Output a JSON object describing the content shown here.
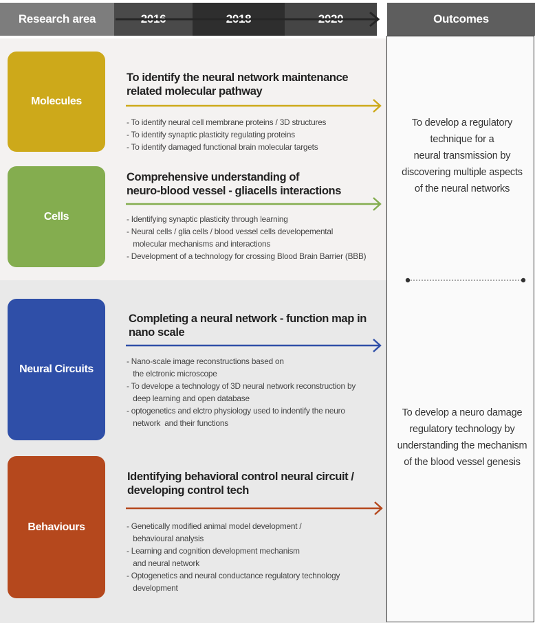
{
  "header": {
    "research_area": "Research area",
    "year1": "2016",
    "year2": "2018",
    "year3": "2020",
    "outcomes": "Outcomes"
  },
  "areas": [
    {
      "label": "Molecules",
      "color": "#cda91a",
      "title_lines": [
        "To identify the neural network maintenance",
        "related molecular pathway"
      ],
      "bullets": [
        "- To identify neural cell membrane proteins / 3D structures",
        "- To identify synaptic plasticity regulating proteins",
        "- To identify damaged functional brain molecular targets"
      ]
    },
    {
      "label": "Cells",
      "color": "#84ad4f",
      "title_lines": [
        "Comprehensive understanding of",
        "neuro-blood vessel - gliacells interactions"
      ],
      "bullets": [
        "- Identifying synaptic plasticity through learning",
        "- Neural cells / glia cells / blood vessel cells developemental",
        "   molecular mechanisms and interactions",
        "- Development of a technology for crossing Blood Brain Barrier (BBB)"
      ]
    },
    {
      "label": "Neural Circuits",
      "color": "#2f4fa8",
      "title_lines": [
        "Completing a neural network - function map in",
        "nano scale"
      ],
      "bullets": [
        "- Nano-scale image reconstructions based on",
        "   the elctronic microscope",
        "- To develope a technology of 3D neural network reconstruction by",
        "   deep learning and open database",
        "- optogenetics and elctro physiology used to indentify the neuro",
        "   network  and their functions"
      ]
    },
    {
      "label": "Behaviours",
      "color": "#b5481d",
      "title_lines": [
        "Identifying behavioral control neural circuit /",
        "developing control tech"
      ],
      "bullets": [
        "- Genetically modified animal model development /",
        "   behavioural analysis",
        "- Learning and cognition development mechanism",
        "   and neural network",
        "- Optogenetics and neural conductance regulatory technology",
        "   development"
      ]
    }
  ],
  "outcomes": [
    {
      "lines": [
        "To develop a regulatory",
        "technique for a",
        "neural transmission by",
        "discovering multiple aspects",
        "of the neural networks"
      ]
    },
    {
      "lines": [
        "To develop a neuro damage",
        "regulatory technology by",
        "understanding the mechanism",
        "of the blood vessel genesis"
      ]
    }
  ]
}
